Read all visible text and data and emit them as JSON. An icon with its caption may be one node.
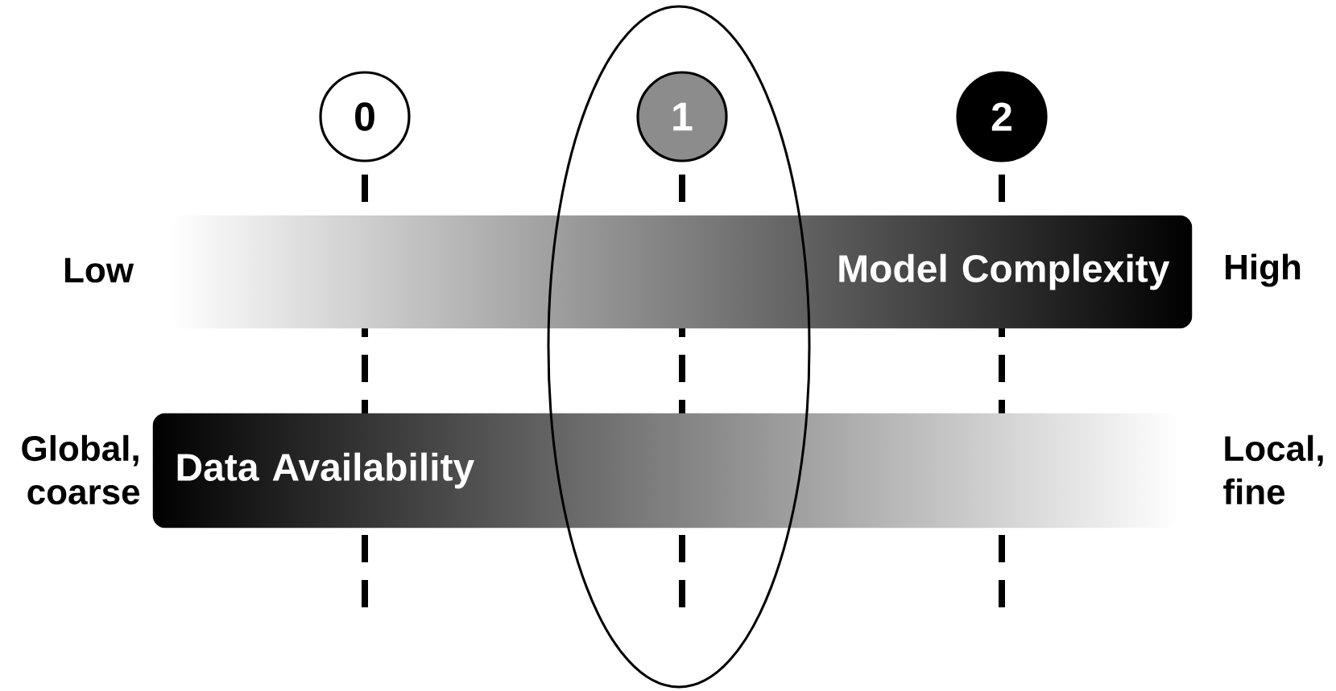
{
  "diagram": {
    "nodes": [
      {
        "text": [
          "0"
        ]
      },
      {
        "text": [
          "1"
        ]
      },
      {
        "text": [
          "2"
        ]
      },
      {
        "text": [
          "Model Complexity"
        ]
      },
      {
        "text": [
          "Data Availability"
        ]
      }
    ],
    "labels": [
      "Low",
      "High",
      "Global, coarse",
      "Local, fine"
    ]
  }
}
